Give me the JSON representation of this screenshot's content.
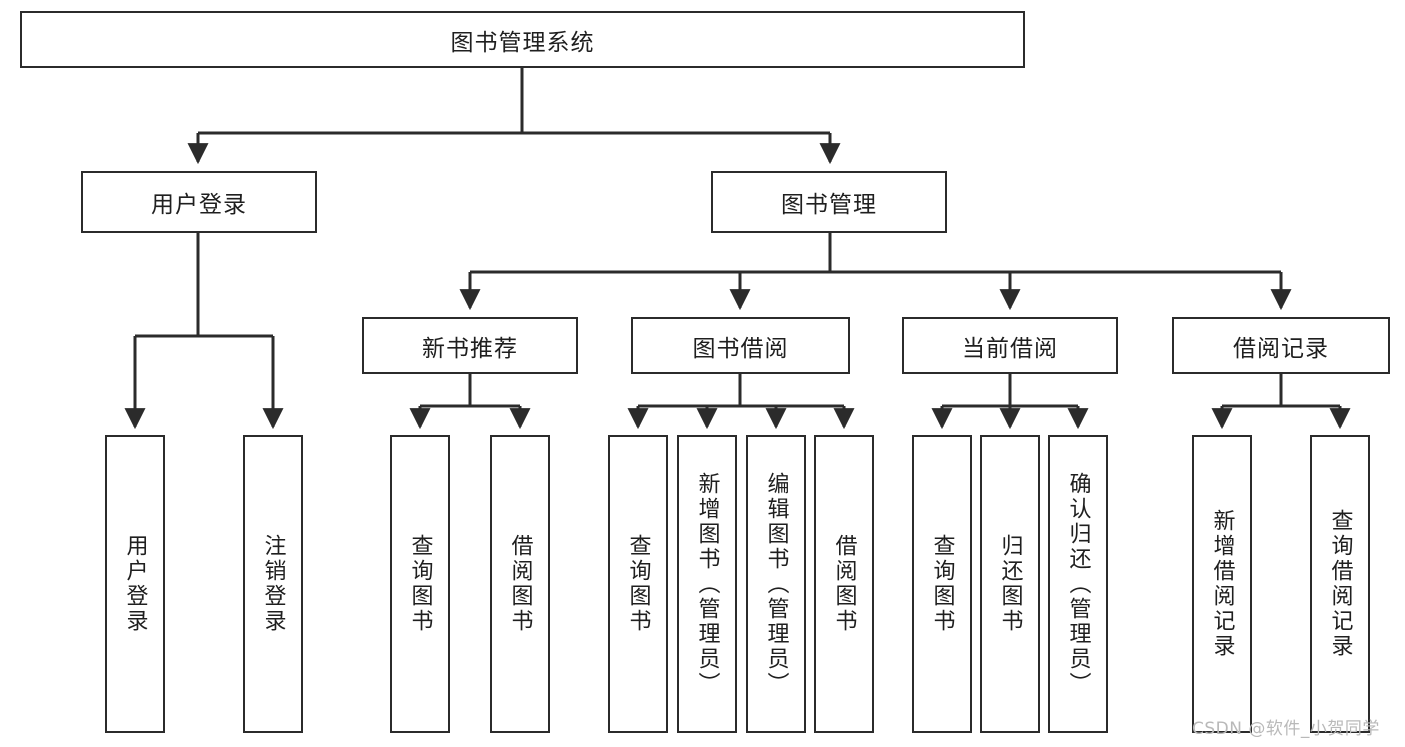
{
  "diagram": {
    "title": "图书管理系统",
    "root": {
      "label": "图书管理系统"
    },
    "level2": [
      {
        "label": "用户登录"
      },
      {
        "label": "图书管理"
      }
    ],
    "level3": [
      {
        "label": "新书推荐"
      },
      {
        "label": "图书借阅"
      },
      {
        "label": "当前借阅"
      },
      {
        "label": "借阅记录"
      }
    ],
    "leaves": {
      "user_login": [
        {
          "label": "用户登录"
        },
        {
          "label": "注销登录"
        }
      ],
      "new_book_recommend": [
        {
          "label": "查询图书"
        },
        {
          "label": "借阅图书"
        }
      ],
      "book_borrow": [
        {
          "label": "查询图书"
        },
        {
          "label": "新增图书（管理员）"
        },
        {
          "label": "编辑图书（管理员）"
        },
        {
          "label": "借阅图书"
        }
      ],
      "current_borrow": [
        {
          "label": "查询图书"
        },
        {
          "label": "归还图书"
        },
        {
          "label": "确认归还（管理员）"
        }
      ],
      "borrow_record": [
        {
          "label": "新增借阅记录"
        },
        {
          "label": "查询借阅记录"
        }
      ]
    }
  },
  "watermark": {
    "text": "CSDN @软件_小贺同学"
  },
  "colors": {
    "stroke": "#2b2b2b",
    "background": "#ffffff",
    "text": "#1f1f1f",
    "watermark": "#b9b9b9"
  }
}
